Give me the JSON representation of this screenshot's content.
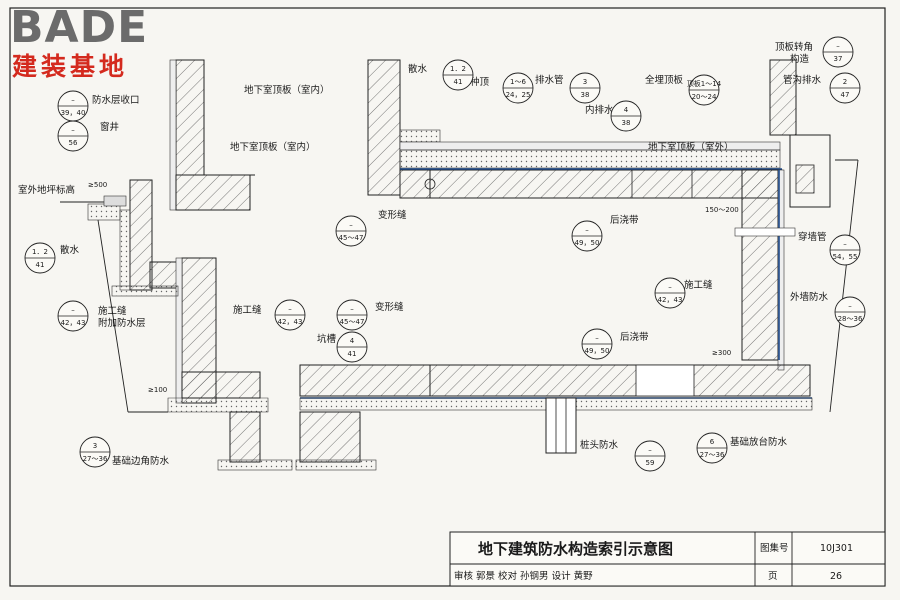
{
  "logo": {
    "en": "BADE",
    "cn": "建装基地"
  },
  "labels": {
    "roof_in_top": "地下室顶板（室内）",
    "roof_in_left": "地下室顶板（室内）",
    "roof_out": "地下室顶板（室外）",
    "sanshui_top": "散水",
    "zhongding": "种顶",
    "paishuiguan": "排水管",
    "neipaishui": "内排水",
    "quanmai": "全埋顶板",
    "dingban_zhuanjiao": "顶板转角",
    "gouzao": "构造",
    "guangou": "管沟排水",
    "fangshui_shoukou": "防水层收口",
    "chuangjing": "窗井",
    "shiwai_dipingbiaogao": "室外地坪标高",
    "sanshui_left": "散水",
    "bianxingfeng_top": "变形缝",
    "houjiaodai_top": "后浇带",
    "chuanqiangguan": "穿墙管",
    "shigongfeng_right": "施工缝",
    "waiqiang_fangshui": "外墙防水",
    "shigongfeng_left": "施工缝",
    "fujia_fangshui": "附加防水层",
    "shigongfeng_mid": "施工缝",
    "bianxingfeng_mid": "变形缝",
    "kengcao": "坑槽",
    "houjiaodai_bottom": "后浇带",
    "zhuangtou": "桩头防水",
    "jichu_fangtai": "基础放台防水",
    "jichu_bianjiao": "基础边角防水"
  },
  "refs": {
    "sanshui_top": {
      "num": "1．2",
      "page": "41"
    },
    "zhongding": {
      "num": "1～6",
      "page": "24，25"
    },
    "paishuiguan": {
      "num": "3",
      "page": "38"
    },
    "neipaishui": {
      "num": "4",
      "page": "38"
    },
    "quanmai": {
      "num": "顶板1～14",
      "page": "20～24"
    },
    "dingban_zhuanjiao": {
      "num": "–",
      "page": "37"
    },
    "guangou": {
      "num": "2",
      "page": "47"
    },
    "fangshui_shoukou": {
      "num": "–",
      "page": "39，40"
    },
    "chuangjing": {
      "num": "–",
      "page": "56"
    },
    "sanshui_left": {
      "num": "1．2",
      "page": "41"
    },
    "bianxingfeng_top": {
      "num": "–",
      "page": "45～47"
    },
    "houjiaodai_top": {
      "num": "–",
      "page": "49，50"
    },
    "chuanqiangguan": {
      "num": "–",
      "page": "54，55"
    },
    "shigongfeng_right": {
      "num": "–",
      "page": "42，43"
    },
    "waiqiang_fangshui": {
      "num": "–",
      "page": "28～36"
    },
    "shigongfeng_left": {
      "num": "–",
      "page": "42，43"
    },
    "shigongfeng_mid": {
      "num": "–",
      "page": "42，43"
    },
    "bianxingfeng_mid": {
      "num": "–",
      "page": "45～47"
    },
    "kengcao": {
      "num": "4",
      "page": "41"
    },
    "houjiaodai_bottom": {
      "num": "–",
      "page": "49，50"
    },
    "zhuangtou": {
      "num": "–",
      "page": "59"
    },
    "jichu_fangtai": {
      "num": "6",
      "page": "27～36"
    },
    "jichu_bianjiao": {
      "num": "3",
      "page": "27～36"
    }
  },
  "dims": {
    "d500": "≥500",
    "d100": "≥100",
    "d150": "150～200",
    "d300": "≥300"
  },
  "title_block": {
    "title": "地下建筑防水构造索引示意图",
    "atlas_label": "图集号",
    "atlas_no": "10J301",
    "row2_text": "审核 郭景    校对 孙钢男    设计  黄野",
    "page_label": "页",
    "page_no": "26"
  }
}
